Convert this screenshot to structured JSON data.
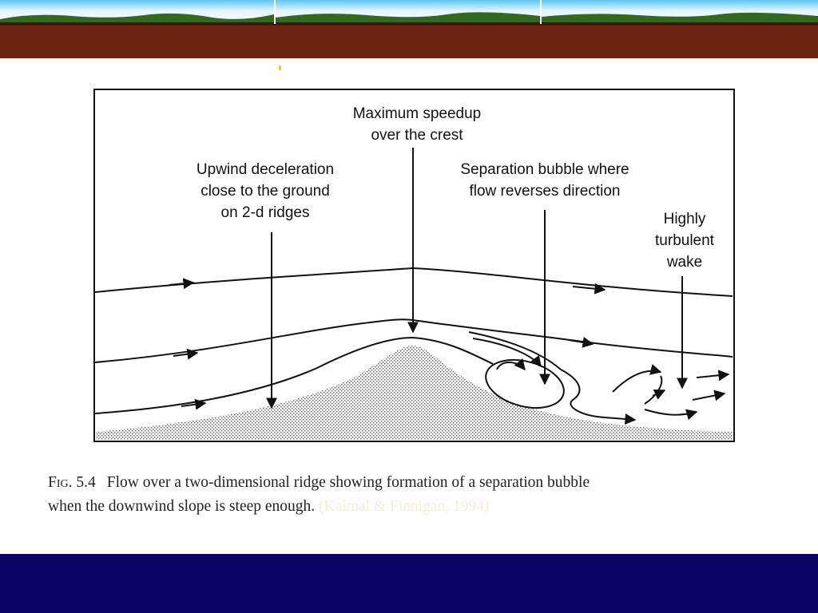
{
  "figure": {
    "labels": {
      "speedup": [
        "Maximum speedup",
        "over the crest"
      ],
      "upwind": [
        "Upwind deceleration",
        "close to the ground",
        "on 2-d ridges"
      ],
      "separation": [
        "Separation bubble where",
        "flow reverses direction"
      ],
      "wake": [
        "Highly",
        "turbulent",
        "wake"
      ]
    }
  },
  "caption": {
    "fig_number": "Fig. 5.4",
    "text_line1": "Flow over a two-dimensional ridge showing formation of a separation bubble",
    "text_line2": "when the downwind slope is steep enough.",
    "citation": "(Kaimal & Finnigan, 1994)"
  },
  "colors": {
    "banner_brown": "#6b2312",
    "banner_sky": "#dff3fb",
    "bottom_bar": "#0c0462",
    "citation_text": "#f3efd2"
  }
}
